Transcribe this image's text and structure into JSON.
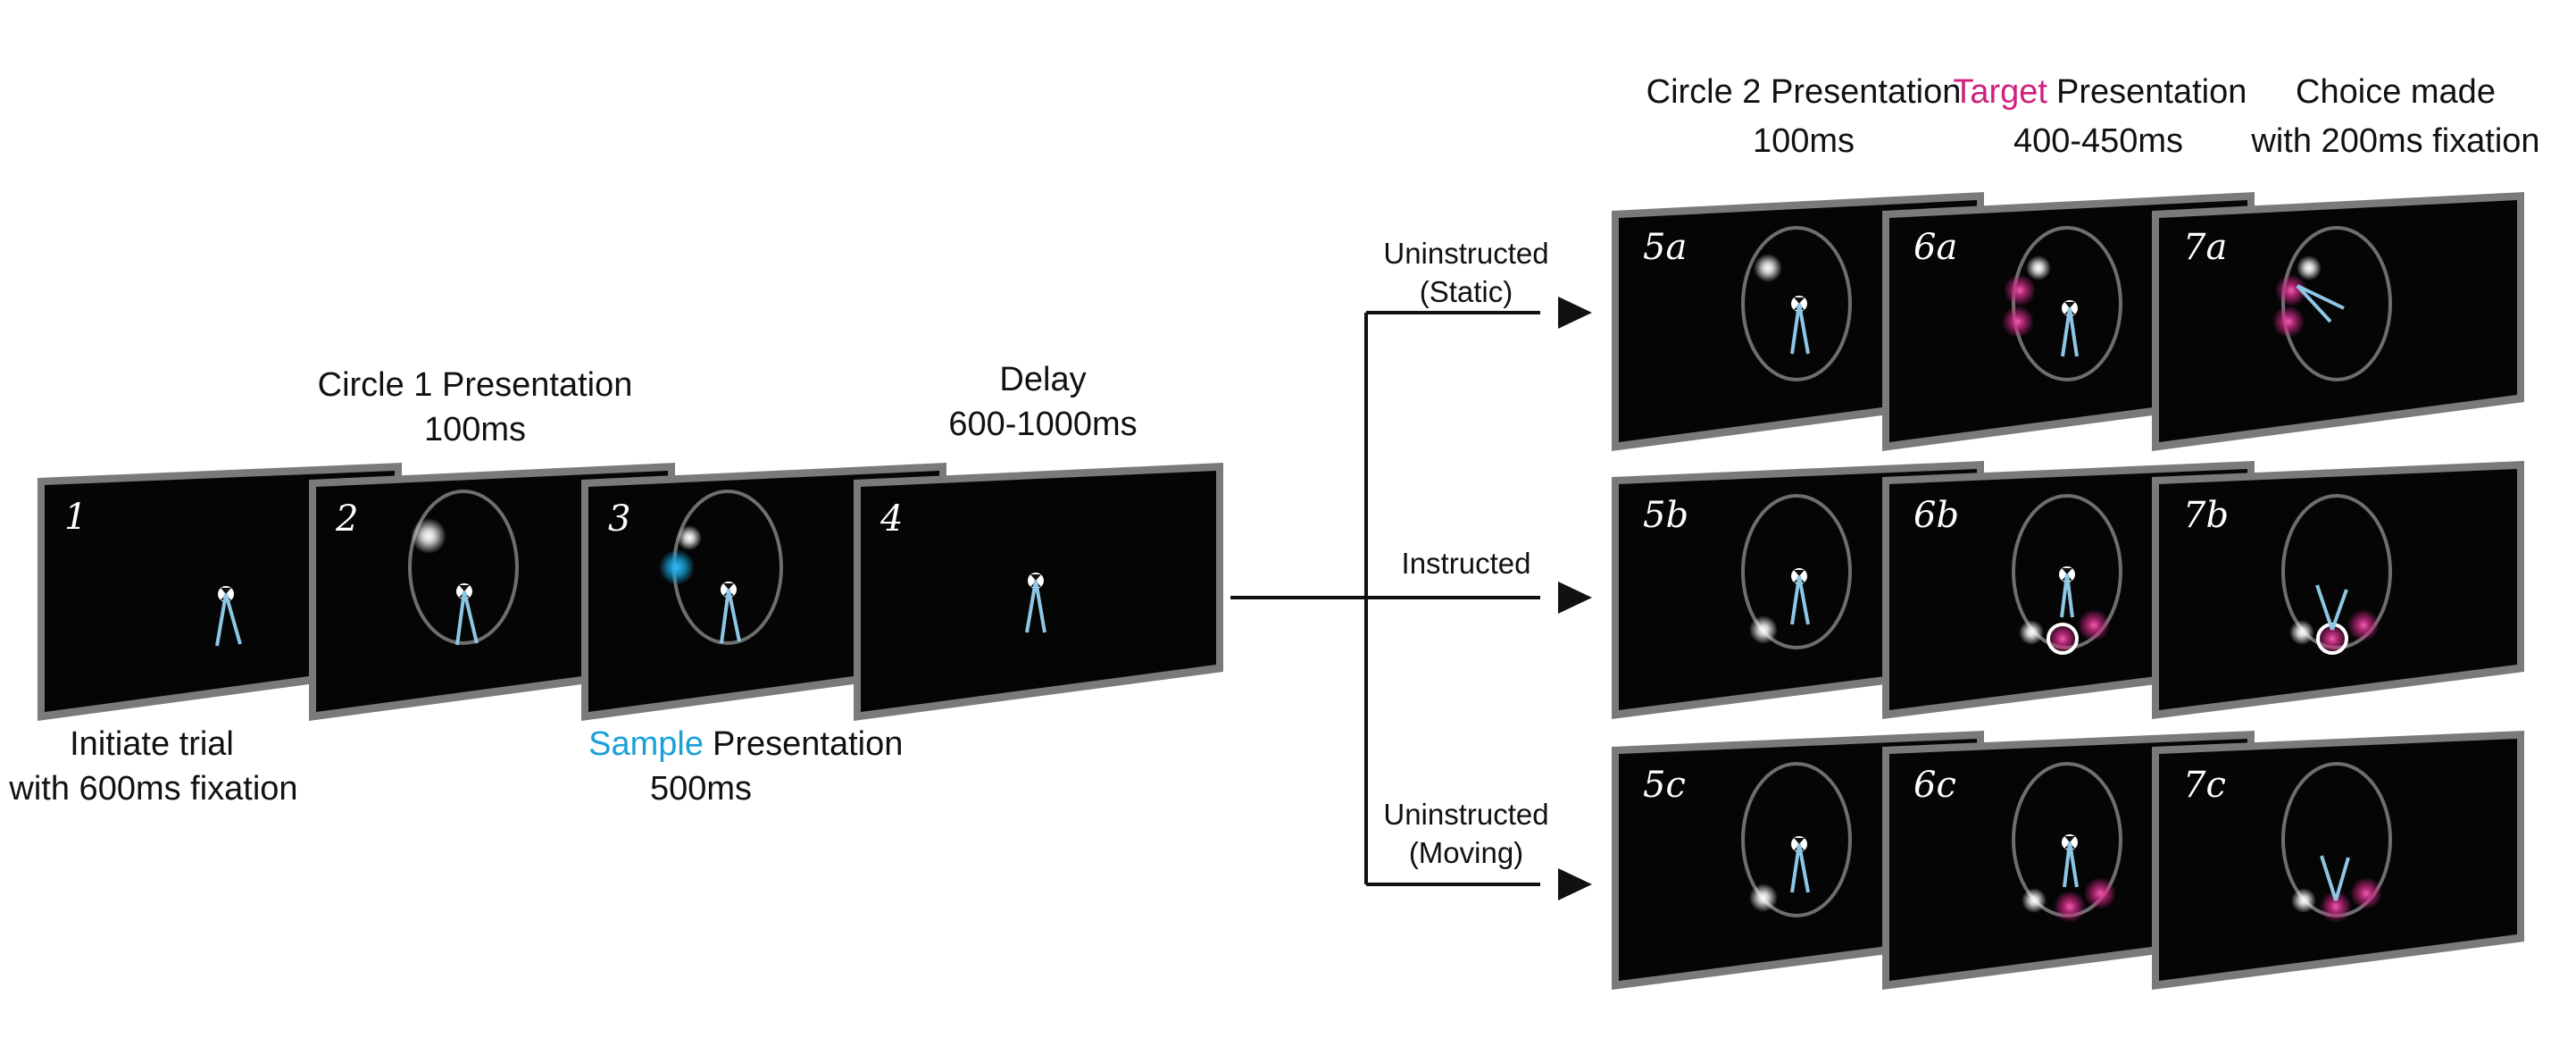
{
  "colors": {
    "screen": "#050505",
    "bezel": "#7a7a7a",
    "ring": "#6e6e6e",
    "sample": "#1aa0d8",
    "target": "#e0308f",
    "hands": "#8ec6e6",
    "text": "#111111"
  },
  "sequence": {
    "screens": [
      {
        "id": "1",
        "label_top": [],
        "label_bottom": [
          "Initiate trial",
          "with 600ms fixation"
        ],
        "content": "fixation"
      },
      {
        "id": "2",
        "label_top": [
          "Circle 1 Presentation",
          "100ms"
        ],
        "label_bottom": [],
        "content": "circle-with-dot"
      },
      {
        "id": "3",
        "label_top": [],
        "label_bottom_highlight": "Sample",
        "label_bottom": [
          "Presentation",
          "500ms"
        ],
        "content": "circle-with-sample"
      },
      {
        "id": "4",
        "label_top": [
          "Delay",
          "600-1000ms"
        ],
        "label_bottom": [],
        "content": "fixation"
      }
    ]
  },
  "branches": {
    "conditions": [
      {
        "label": [
          "Uninstructed",
          "(Static)"
        ],
        "screens": [
          "5a",
          "6a",
          "7a"
        ]
      },
      {
        "label": [
          "Instructed"
        ],
        "screens": [
          "5b",
          "6b",
          "7b"
        ]
      },
      {
        "label": [
          "Uninstructed",
          "(Moving)"
        ],
        "screens": [
          "5c",
          "6c",
          "7c"
        ]
      }
    ],
    "column_headers": [
      {
        "lines": [
          "Circle 2 Presentation",
          "100ms"
        ]
      },
      {
        "highlight": "Target",
        "lines": [
          "Presentation",
          "400-450ms"
        ]
      },
      {
        "lines": [
          "Choice made",
          "with 200ms fixation"
        ]
      }
    ]
  }
}
